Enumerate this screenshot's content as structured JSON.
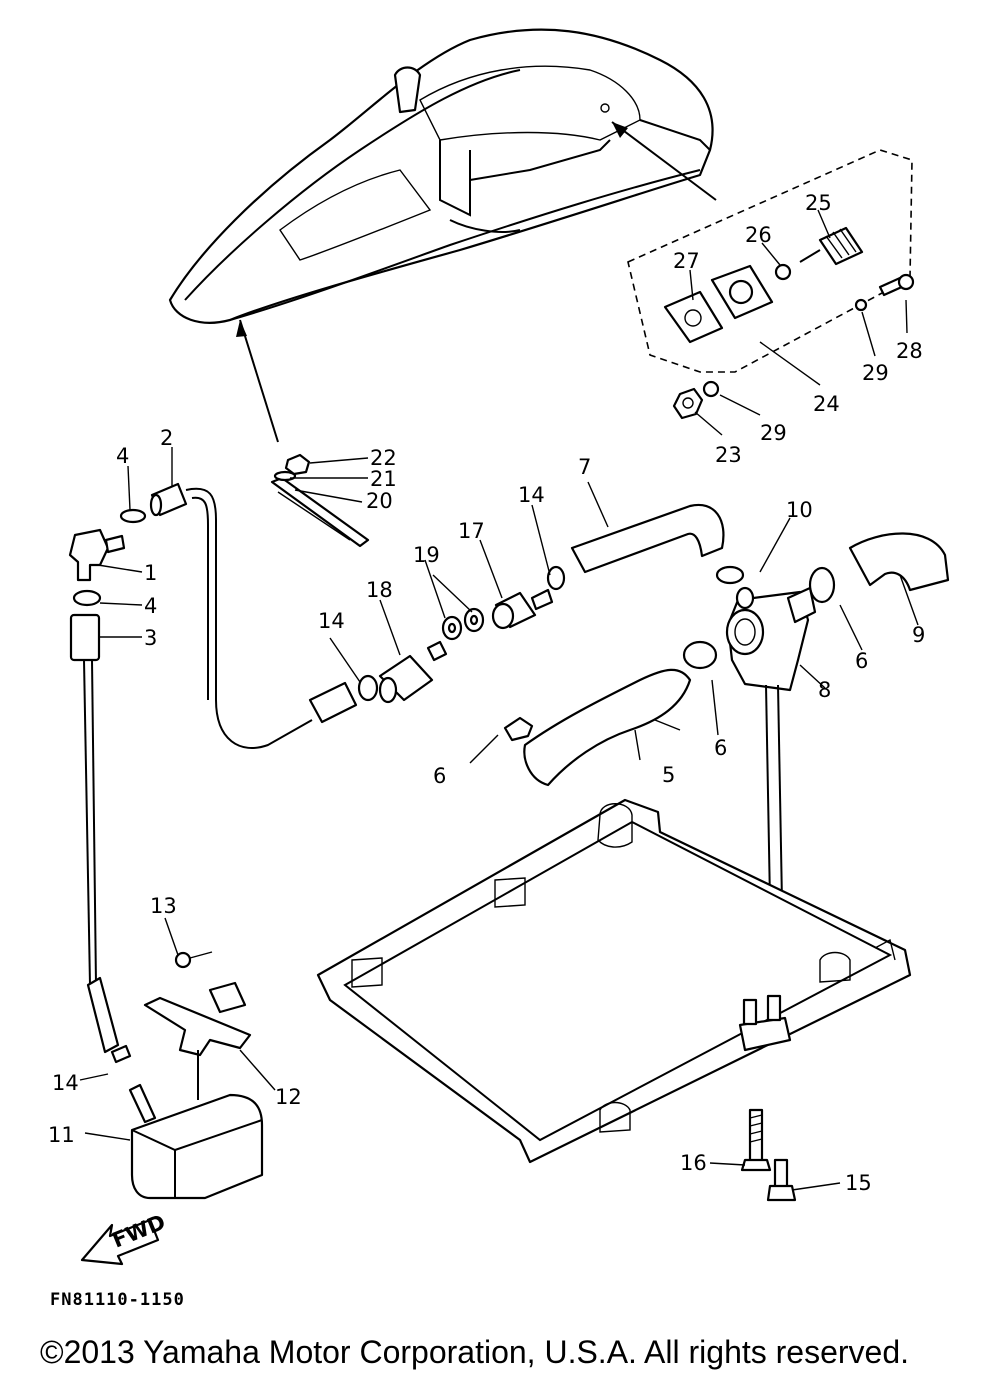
{
  "diagram": {
    "figure_code": "FN81110-1150",
    "copyright": "©2013 Yamaha Motor Corporation, U.S.A. All rights reserved.",
    "fwd_label": "FWD",
    "callouts": {
      "c1": "1",
      "c2": "2",
      "c3": "3",
      "c4a": "4",
      "c4b": "4",
      "c5": "5",
      "c6a": "6",
      "c6b": "6",
      "c6c": "6",
      "c7": "7",
      "c8": "8",
      "c9": "9",
      "c10": "10",
      "c11": "11",
      "c12": "12",
      "c13": "13",
      "c14a": "14",
      "c14b": "14",
      "c14c": "14",
      "c15": "15",
      "c16": "16",
      "c17": "17",
      "c18": "18",
      "c19": "19",
      "c20": "20",
      "c21": "21",
      "c22": "22",
      "c23": "23",
      "c24": "24",
      "c25": "25",
      "c26": "26",
      "c27": "27",
      "c28": "28",
      "c29a": "29",
      "c29b": "29"
    }
  }
}
